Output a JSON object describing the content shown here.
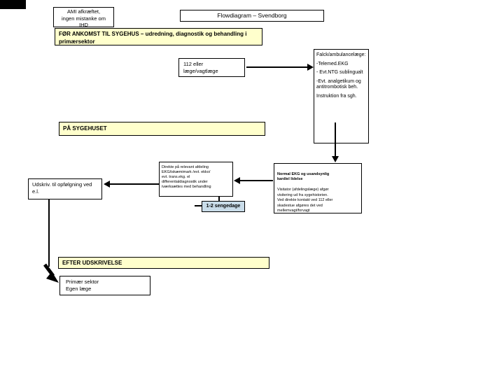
{
  "slide": {
    "title": "Flowdiagram – Svendborg"
  },
  "colors": {
    "background": "#FFFFFF",
    "banner_bg": "#FFFFCC",
    "box_bg": "#FFFFFF",
    "border": "#000000",
    "connector": "#000000",
    "sengedage_bg": "#C9DCE9",
    "corner_bar": "#000000"
  },
  "nodes": {
    "ami": {
      "text": "AMI afkræftet,\ningen mistanke om\nIHD"
    },
    "banner_before": {
      "text": "FØR ANKOMST TIL SYGEHUS – udredning, diagnostik og behandling i\nprimærsektor"
    },
    "call112": {
      "text": "112 eller\nlæge/vagtlæge"
    },
    "falck": {
      "paragraphs": [
        "Falck/ambulancelæge:",
        "-Telemed.EKG",
        "- Evt.NTG sublingualt",
        "-Evt. analgetikum og antitrombotisk beh.",
        "Instruktion fra sgh."
      ]
    },
    "banner_hospital": {
      "text": "PÅ SYGEHUSET"
    },
    "direkte": {
      "text": "Direkte på relevant afdeling\nEKG/iskæmimark /evt. ekko/\nevt. trans.ekg. el\ndifferentialdiagnostik under\niværksættes med behandling"
    },
    "normal": {
      "intro": "Normal EKG og usandsynlig\nkardiel lidelse",
      "body": "Visitator (afdelingslæge) afgør\nvisitering ud fra sygehistorien.\nVed direkte kontakt ved 112 eller\nskadestue afgøres det ved\nmellemvagt/forvagt"
    },
    "sengedage": {
      "text": "1-2 sengedage"
    },
    "udskriv": {
      "text": "Udskriv. til opfølgning ved\ne.l."
    },
    "banner_after": {
      "text": "EFTER UDSKRIVELSE"
    },
    "primaer": {
      "text": "Primær sektor\nEgen læge"
    }
  }
}
